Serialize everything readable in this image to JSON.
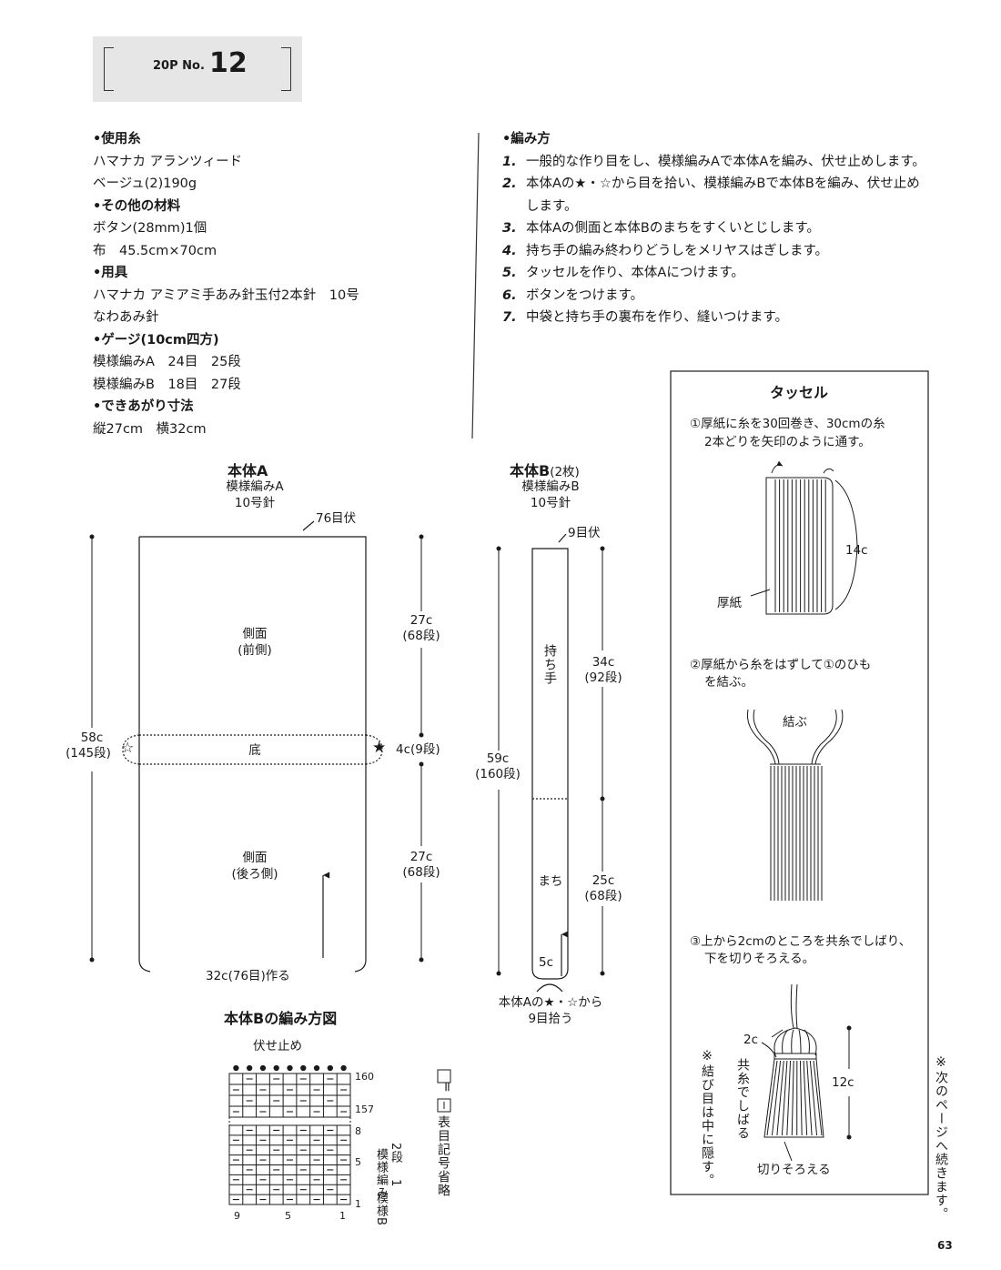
{
  "header": {
    "page_ref": "20P No.",
    "number": "12"
  },
  "materials": [
    {
      "text": "•使用糸",
      "heading": true
    },
    {
      "text": "ハマナカ アランツィード"
    },
    {
      "text": "ベージュ(2)190g"
    },
    {
      "text": "•その他の材料",
      "heading": true
    },
    {
      "text": "ボタン(28mm)1個"
    },
    {
      "text": "布　45.5cm×70cm"
    },
    {
      "text": "•用具",
      "heading": true
    },
    {
      "text": "ハマナカ アミアミ手あみ針玉付2本針　10号"
    },
    {
      "text": "なわあみ針"
    },
    {
      "text": "•ゲージ(10cm四方)",
      "heading": true
    },
    {
      "text": "模様編みA　24目　25段"
    },
    {
      "text": "模様編みB　18目　27段"
    },
    {
      "text": "•できあがり寸法",
      "heading": true
    },
    {
      "text": "縦27cm　横32cm"
    }
  ],
  "method": {
    "heading": "•編み方",
    "steps": [
      {
        "n": "1.",
        "lines": [
          "一般的な作り目をし、模様編みAで本体Aを編み、伏せ止めします。"
        ]
      },
      {
        "n": "2.",
        "lines": [
          "本体Aの★・☆から目を拾い、模様編みBで本体Bを編み、伏せ止め",
          "します。"
        ]
      },
      {
        "n": "3.",
        "lines": [
          "本体Aの側面と本体Bのまちをすくいとじします。"
        ]
      },
      {
        "n": "4.",
        "lines": [
          "持ち手の編み終わりどうしをメリヤスはぎします。"
        ]
      },
      {
        "n": "5.",
        "lines": [
          "タッセルを作り、本体Aにつけます。"
        ]
      },
      {
        "n": "6.",
        "lines": [
          "ボタンをつけます。"
        ]
      },
      {
        "n": "7.",
        "lines": [
          "中袋と持ち手の裏布を作り、縫いつけます。"
        ]
      }
    ]
  },
  "body_a": {
    "title": "本体A",
    "pattern": "模様編みA",
    "needle": "10号針",
    "top_label": "76目伏",
    "side_front": "側面",
    "side_front_sub": "(前側)",
    "bottom": "底",
    "side_back": "側面",
    "side_back_sub": "(後ろ側)",
    "left_dim": "58c",
    "left_dim_rows": "(145段)",
    "star_open": "☆",
    "star_solid": "★",
    "r1": "27c",
    "r1_rows": "(68段)",
    "r2": "4c(9段)",
    "r3": "27c",
    "r3_rows": "(68段)",
    "bottom_label": "32c(76目)作る"
  },
  "body_b": {
    "title": "本体B",
    "count": "(2枚)",
    "pattern": "模様編みB",
    "needle": "10号針",
    "top_label": "9目伏",
    "handle": "持ち手",
    "gusset": "まち",
    "left_dim": "59c",
    "left_dim_rows": "(160段)",
    "r1": "34c",
    "r1_rows": "(92段)",
    "r2": "25c",
    "r2_rows": "(68段)",
    "width": "5c",
    "pickup_1": "本体Aの★・☆から",
    "pickup_2": "9目拾う"
  },
  "chart": {
    "title": "本体Bの編み方図",
    "bind_off": "伏せ止め",
    "row_labels": [
      "160",
      "157",
      "8",
      "5",
      "1"
    ],
    "col_labels": [
      "9",
      "5",
      "1"
    ],
    "repeat_2": "2段",
    "repeat_1": "1",
    "pattern_label": "模様編み",
    "pattern_b": "模様B",
    "legend_equal": "=",
    "legend_note": "表目記号省略"
  },
  "tassel": {
    "title": "タッセル",
    "step1_a": "①厚紙に糸を30回巻き、30cmの糸",
    "step1_b": "2本どりを矢印のように通す。",
    "dim_14": "14c",
    "cardboard": "厚紙",
    "step2_a": "②厚紙から糸をはずして①のひも",
    "step2_b": "を結ぶ。",
    "tie": "結ぶ",
    "step3_a": "③上から2cmのところを共糸でしばり、",
    "step3_b": "下を切りそろえる。",
    "dim_2": "2c",
    "bind_label": "共糸でしばる",
    "hide_knot": "※結び目は中に隠す。",
    "dim_12": "12c",
    "trim": "切りそろえる"
  },
  "continued": "※次のページへ続きます。",
  "page_number": "63"
}
